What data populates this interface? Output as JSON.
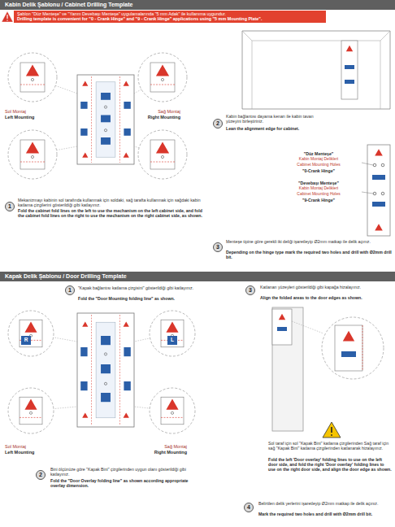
{
  "diagram": {
    "nodes": [
      {
        "text": [
          "Kabin Delik Şablonu / Cabinet Drilling Template"
        ]
      },
      {
        "text": [
          "Şablon \"Düz Menteşe\" ve \"Yarım Devebaşı Menteşe\" uygulamalarında \"5 mm Adak\" ile kullanıma uygundur.",
          "Drilling template is convenient for \"0 - Crank Hinge\" and \"9 - Crank Hinge\" applications using \"5 mm Mounting Plate\"."
        ]
      },
      {
        "text": [
          "1"
        ]
      },
      {
        "text": [
          "2"
        ]
      },
      {
        "text": [
          "3"
        ]
      },
      {
        "text": [
          "Kapak Delik Şablonu / Door Drilling Template"
        ]
      },
      {
        "text": [
          "1"
        ]
      },
      {
        "text": [
          "2"
        ]
      },
      {
        "text": [
          "3"
        ]
      },
      {
        "text": [
          "4"
        ]
      }
    ],
    "labels": [
      "Sol Montaj",
      "Left Mounting",
      "Sağ Montaj",
      "Right Mounting",
      "Mekanizmayı kabinin sol tarafında kullanmak için soldaki, sağ tarafta kullanmak için sağdaki kabin katlama çizgilerini gösterildiği gibi katlayınız.",
      "Fold the cabinet fold lines on the left to use the mechanism on the left cabinet side, and fold the cabinet fold lines on the right to use the mechanism on the right cabinet side, as shown.",
      "Kabin bağlantısı dayama kenarı ile kabin tavan yüzeyini birleştiriniz.",
      "Lean the alignment edge for cabinet.",
      "\"Düz Menteşe\"",
      "Kabin Montaj Delikleri",
      "Cabinet Mounting Holes",
      "\"0-Crank Hinge\"",
      "\"Devebaşı Menteşe\"",
      "Kabin Montaj Delikleri",
      "Cabinet Mounting Holes",
      "\"9-Crank Hinge\"",
      "Menteşe tipine göre gerekli iki deliği işaretleyip Ø2mm matkap ile delik açınız.",
      "Depending on the hinge type mark the required two holes and drill with Ø2mm drill bit.",
      "\"Kapak bağlantısı katlama çizgisini\" gösterildiği gibi katlayınız.",
      "Fold the \"Door Mounting folding line\" as shown.",
      "R",
      "L",
      "Sol Montaj",
      "Left Mounting",
      "Sağ Montaj",
      "Right Mounting",
      "Bini ölçünüze göre \"Kapak Bini\" çizgilerinden uygun olanı gösterildiği gibi katlayınız.",
      "Fold the \"Door Overlay folding line\" as shown according appropriate overlay dimension.",
      "Katlanan yüzeyleri gösterildiği gibi kapağa hizalayınız.",
      "Align the folded areas to the door edges as shown.",
      "Sol taraf için sol \"Kapak Bini\" katlama çizgilerinden Sağ taraf için sağ \"Kapak Bini\" katlama çizgilerinden katlanarak hizalayınız.",
      "Fold the left 'Door overlay' folding lines to use on the left door side, and fold the right 'Door overlay' folding lines to use on the right door side, and align the door edge as shown.",
      "Belirtilen delik yerlerini işaretleyip Ø2mm matkap ile delik açınız.",
      "Mark the required two holes and drill with Ø2mm drill bit."
    ]
  }
}
